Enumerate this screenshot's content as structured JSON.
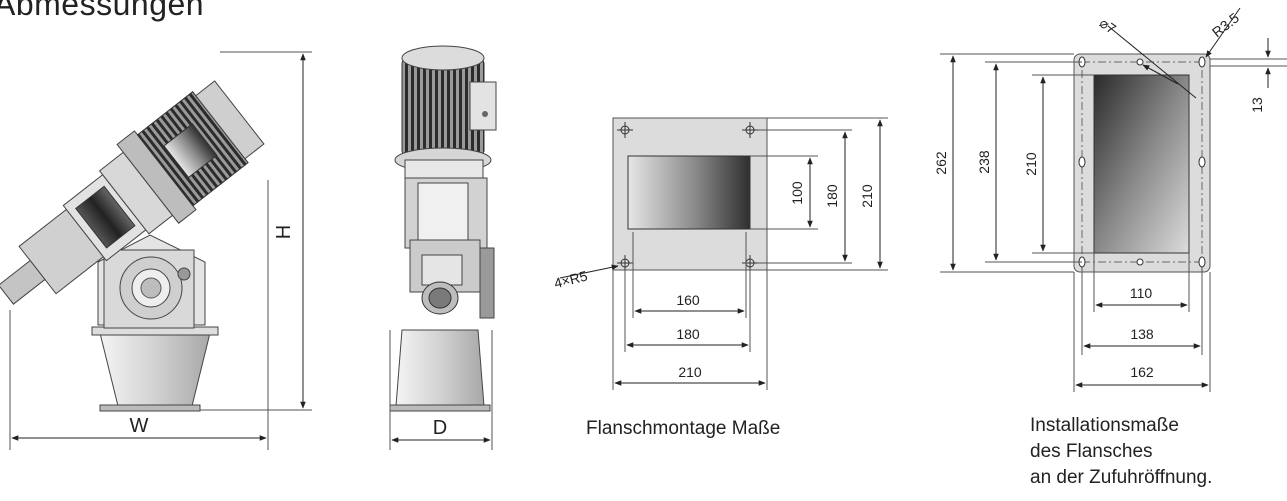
{
  "page": {
    "title": "Abmessungen"
  },
  "figure1": {
    "width_label": "W",
    "height_label": "H"
  },
  "figure2": {
    "depth_label": "D"
  },
  "flange_mount": {
    "caption": "Flanschmontage Maße",
    "corner_radius_label": "4×R5",
    "widths": [
      "160",
      "180",
      "210"
    ],
    "heights": [
      "100",
      "180",
      "210"
    ]
  },
  "install": {
    "caption_lines": [
      "Installationsmaße",
      "des Flansches",
      "an der Zufuhröffnung."
    ],
    "hole_label": "⌀7",
    "radius_label": "R3.5",
    "offset_label": "13",
    "heights": [
      "262",
      "238",
      "210"
    ],
    "widths": [
      "110",
      "138",
      "162"
    ]
  }
}
